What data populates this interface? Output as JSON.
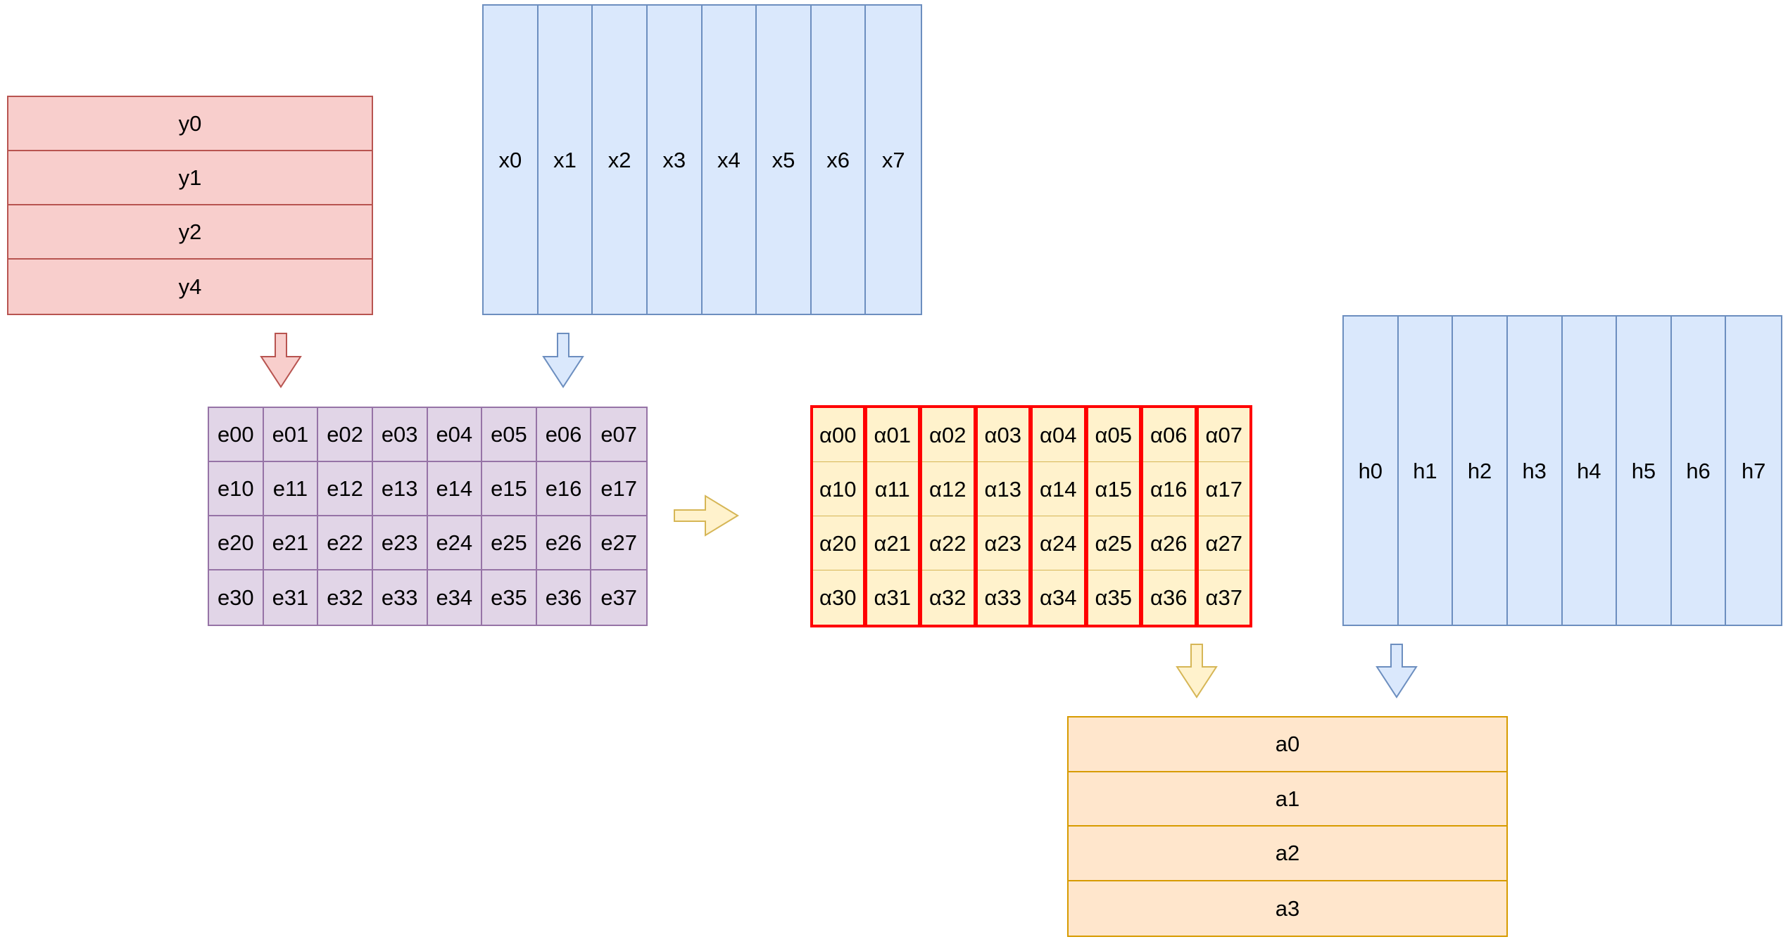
{
  "y_vector": [
    "y0",
    "y1",
    "y2",
    "y4"
  ],
  "x_vector": [
    "x0",
    "x1",
    "x2",
    "x3",
    "x4",
    "x5",
    "x6",
    "x7"
  ],
  "e_matrix": [
    [
      "e00",
      "e01",
      "e02",
      "e03",
      "e04",
      "e05",
      "e06",
      "e07"
    ],
    [
      "e10",
      "e11",
      "e12",
      "e13",
      "e14",
      "e15",
      "e16",
      "e17"
    ],
    [
      "e20",
      "e21",
      "e22",
      "e23",
      "e24",
      "e25",
      "e26",
      "e27"
    ],
    [
      "e30",
      "e31",
      "e32",
      "e33",
      "e34",
      "e35",
      "e36",
      "e37"
    ]
  ],
  "alpha_matrix": [
    [
      "α00",
      "α01",
      "α02",
      "α03",
      "α04",
      "α05",
      "α06",
      "α07"
    ],
    [
      "α10",
      "α11",
      "α12",
      "α13",
      "α14",
      "α15",
      "α16",
      "α17"
    ],
    [
      "α20",
      "α21",
      "α22",
      "α23",
      "α24",
      "α25",
      "α26",
      "α27"
    ],
    [
      "α30",
      "α31",
      "α32",
      "α33",
      "α34",
      "α35",
      "α36",
      "α37"
    ]
  ],
  "h_vector": [
    "h0",
    "h1",
    "h2",
    "h3",
    "h4",
    "h5",
    "h6",
    "h7"
  ],
  "a_vector": [
    "a0",
    "a1",
    "a2",
    "a3"
  ],
  "colors": {
    "y_fill": "#f8cecc",
    "y_stroke": "#b85450",
    "blue_fill": "#dae8fc",
    "blue_stroke": "#6c8ebf",
    "e_fill": "#e1d5e7",
    "e_stroke": "#9673a6",
    "alpha_fill": "#fff2cc",
    "alpha_stroke": "#d6b656",
    "alpha_outline": "#ff0000",
    "a_fill": "#ffe6cc",
    "a_stroke": "#d79b00"
  },
  "arrows": [
    {
      "name": "arrow-y-to-e",
      "direction": "down",
      "fill": "#f8cecc",
      "stroke": "#b85450"
    },
    {
      "name": "arrow-x-to-e",
      "direction": "down",
      "fill": "#dae8fc",
      "stroke": "#6c8ebf"
    },
    {
      "name": "arrow-e-to-alpha",
      "direction": "right",
      "fill": "#fff2cc",
      "stroke": "#d6b656"
    },
    {
      "name": "arrow-alpha-to-a",
      "direction": "down",
      "fill": "#fff2cc",
      "stroke": "#d6b656"
    },
    {
      "name": "arrow-h-to-a",
      "direction": "down",
      "fill": "#dae8fc",
      "stroke": "#6c8ebf"
    }
  ]
}
